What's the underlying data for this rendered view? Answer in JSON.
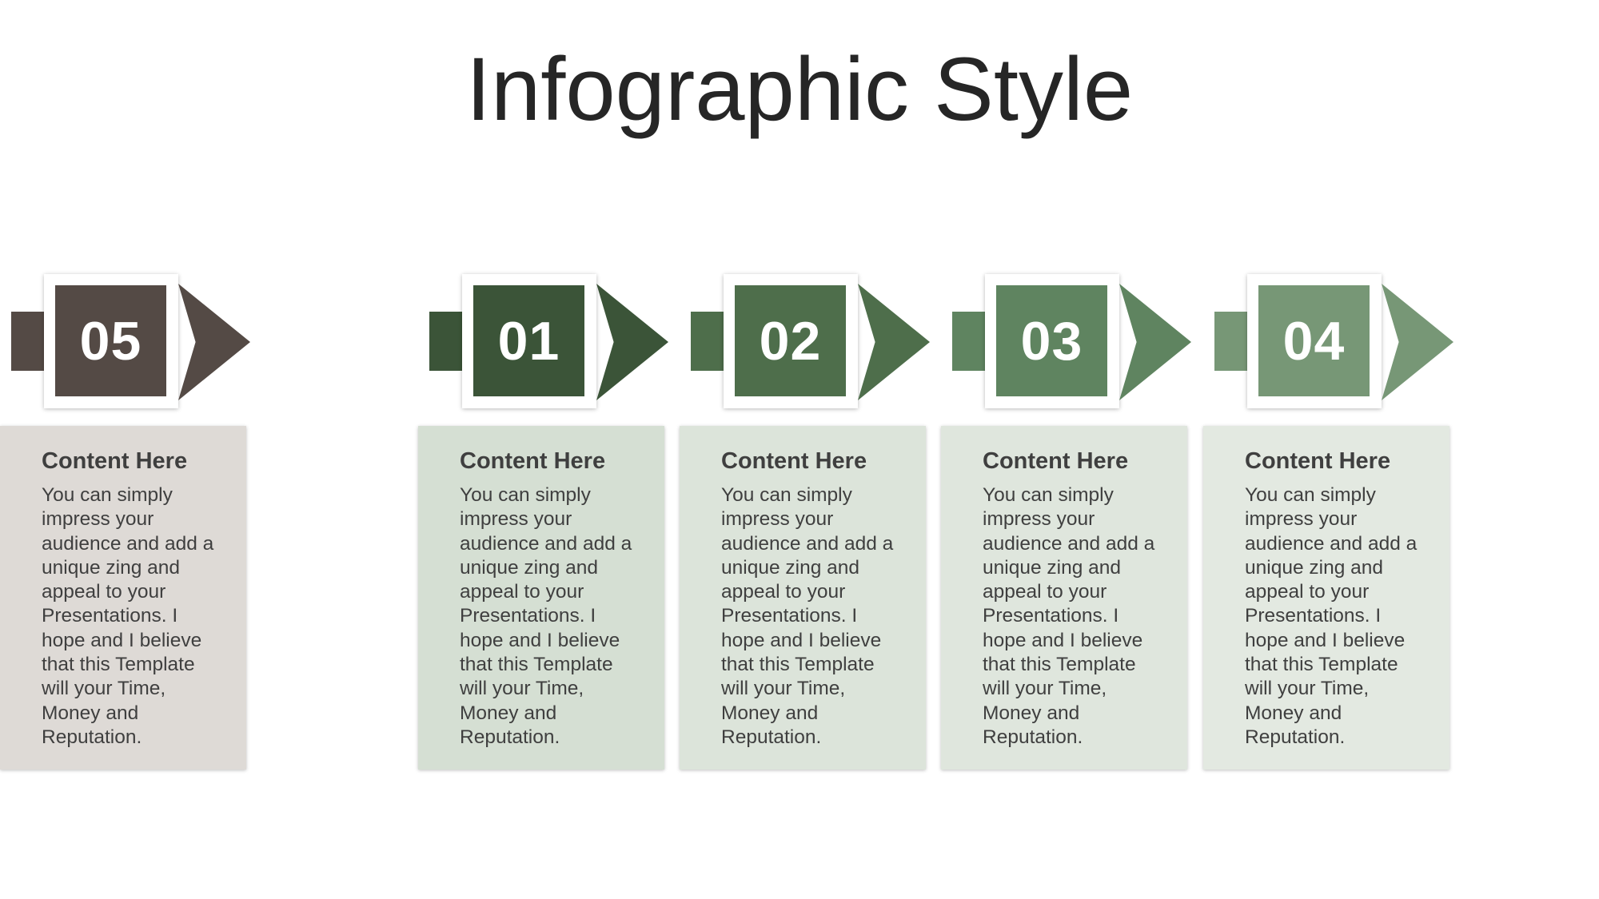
{
  "title": "Infographic Style",
  "steps": [
    {
      "number": "01",
      "heading": "Content Here",
      "body": "You can simply impress your audience and add a unique zing and appeal to your Presentations. I hope and I believe that this Template will your Time, Money and Reputation.",
      "color": "#3b5438",
      "card_color": "#d5dfd3"
    },
    {
      "number": "02",
      "heading": "Content Here",
      "body": "You can simply impress your audience and add a unique zing and appeal to your Presentations. I hope and I believe that this Template will your Time, Money and Reputation.",
      "color": "#4e6e4b",
      "card_color": "#dce4da"
    },
    {
      "number": "03",
      "heading": "Content Here",
      "body": "You can simply impress your audience and add a unique zing and appeal to your Presentations. I hope and I believe that this Template will your Time, Money and Reputation.",
      "color": "#5f8460",
      "card_color": "#dfe6dd"
    },
    {
      "number": "04",
      "heading": "Content Here",
      "body": "You can simply impress your audience and add a unique zing and appeal to your Presentations. I hope and I believe that this Template will your Time, Money and Reputation.",
      "color": "#779776",
      "card_color": "#e3e9e1"
    },
    {
      "number": "05",
      "heading": "Content Here",
      "body": "You can simply impress your audience and add a unique zing and appeal to your Presentations. I hope and I believe that this Template will your Time, Money and Reputation.",
      "color": "#544a45",
      "card_color": "#dedad6"
    }
  ]
}
